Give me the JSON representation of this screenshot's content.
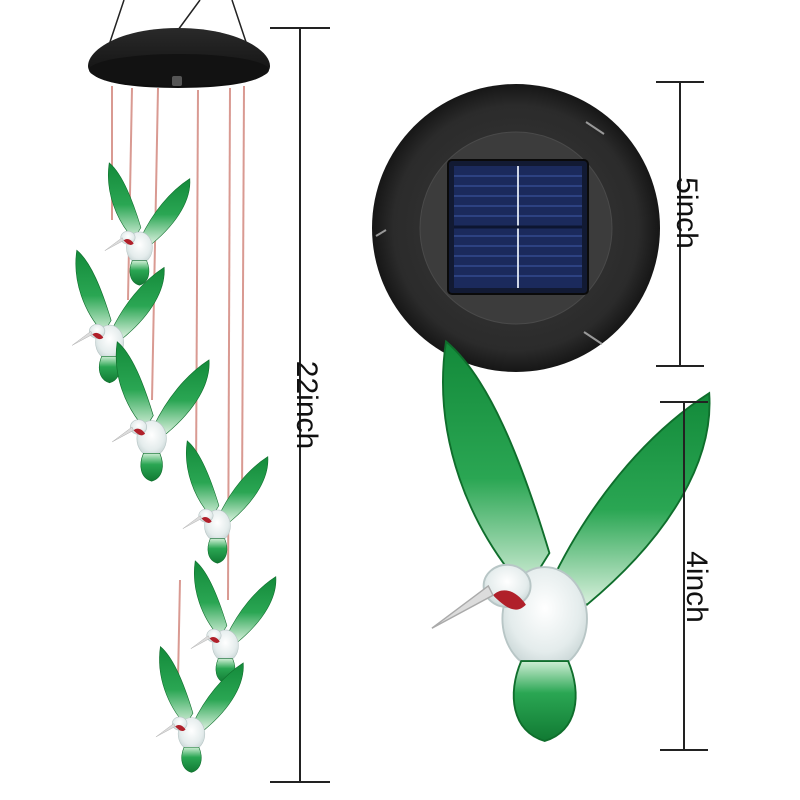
{
  "dimensions": {
    "total_height": "22inch",
    "panel_diameter": "5inch",
    "bird_height": "4inch"
  },
  "colors": {
    "wing_green": "#1f9a46",
    "wing_green_light": "#a8e0b0",
    "body_clear": "#e9eeee",
    "throat_red": "#b0202a",
    "housing_black": "#1c1c1c",
    "solar_blue": "#1b2a5c",
    "string_pink": "#d99a92",
    "dimension_line": "#222222"
  }
}
